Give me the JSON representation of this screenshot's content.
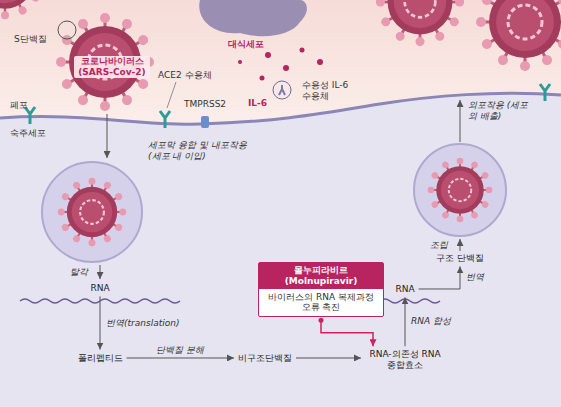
{
  "diagram": {
    "nodes": [
      {
        "text": [
          "RNA"
        ]
      },
      {
        "text": [
          "폴리펩티드"
        ]
      },
      {
        "text": [
          "비구조단백질"
        ]
      },
      {
        "text": [
          "RNA-의존성 RNA 중합효소"
        ]
      },
      {
        "text": [
          "몰누피라비르 (Molnupiravir)",
          "바이러스의 RNA 복제과정 오류 촉진"
        ]
      },
      {
        "text": [
          "RNA"
        ]
      },
      {
        "text": [
          "구조 단백질"
        ]
      }
    ],
    "edges": [
      {
        "from": 0,
        "to": 1,
        "arrow": "to",
        "label": "번역(translation)"
      },
      {
        "from": 1,
        "to": 2,
        "arrow": "to",
        "label": "단백질 분해"
      },
      {
        "from": 2,
        "to": 3,
        "arrow": "to"
      },
      {
        "from": 4,
        "to": 3,
        "arrow": "to"
      },
      {
        "from": 3,
        "to": 5,
        "arrow": "to",
        "label": "RNA 합성"
      },
      {
        "from": 5,
        "to": 6,
        "arrow": "to",
        "label": "번역"
      }
    ],
    "labels": [
      "대식세포",
      "S단백질",
      "코로나바이러스 (SARS-Cov-2)",
      "ACE2 수용체",
      "TMPRSS2",
      "IL-6",
      "수용성 IL-6 수용체",
      "폐포",
      "숙주세포",
      "세포막 융합 및 내포작용 (세포 내 이입)",
      "탈각",
      "조립",
      "외포작용 (세포 외 배출)"
    ]
  }
}
